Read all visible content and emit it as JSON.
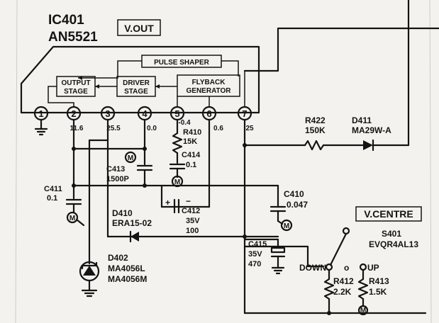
{
  "ic": {
    "ref": "IC401",
    "part": "AN5521",
    "section_label": "V.OUT",
    "blocks": {
      "pulse_shaper": "PULSE SHAPER",
      "output_line1": "OUTPUT",
      "output_line2": "STAGE",
      "driver_line1": "DRIVER",
      "driver_line2": "STAGE",
      "flyback_line1": "FLYBACK",
      "flyback_line2": "GENERATOR"
    },
    "pins": [
      "1",
      "2",
      "3",
      "4",
      "5",
      "6",
      "7"
    ],
    "pin_voltages": {
      "p2": "11.6",
      "p3": "25.5",
      "p4": "0.0",
      "p5": "-0.4",
      "p6": "0.6",
      "p7": "25"
    }
  },
  "components": {
    "r422": {
      "ref": "R422",
      "value": "150K"
    },
    "d411": {
      "ref": "D411",
      "value": "MA29W-A"
    },
    "r410": {
      "ref": "R410",
      "value": "15K"
    },
    "c414": {
      "ref": "C414",
      "value": "0.1"
    },
    "c413": {
      "ref": "C413",
      "value": "1500P"
    },
    "c411": {
      "ref": "C411",
      "value": "0.1"
    },
    "c410": {
      "ref": "C410",
      "value": "0.047"
    },
    "d410": {
      "ref": "D410",
      "value": "ERA15-02"
    },
    "c412": {
      "ref": "C412",
      "volt": "35V",
      "value": "100"
    },
    "c415": {
      "ref": "C415",
      "volt": "35V",
      "value": "470"
    },
    "d402": {
      "ref": "D402",
      "value1": "MA4056L",
      "value2": "MA4056M"
    },
    "r412": {
      "ref": "R412",
      "value": "2.2K"
    },
    "r413": {
      "ref": "R413",
      "value": "1.5K"
    },
    "s401": {
      "ref": "S401",
      "value": "EVQR4AL13"
    }
  },
  "switch": {
    "title": "V.CENTRE",
    "down": "DOWN",
    "o": "o",
    "up": "UP"
  },
  "symbols": {
    "ground_marker": "M",
    "plus": "+",
    "minus": "−"
  }
}
